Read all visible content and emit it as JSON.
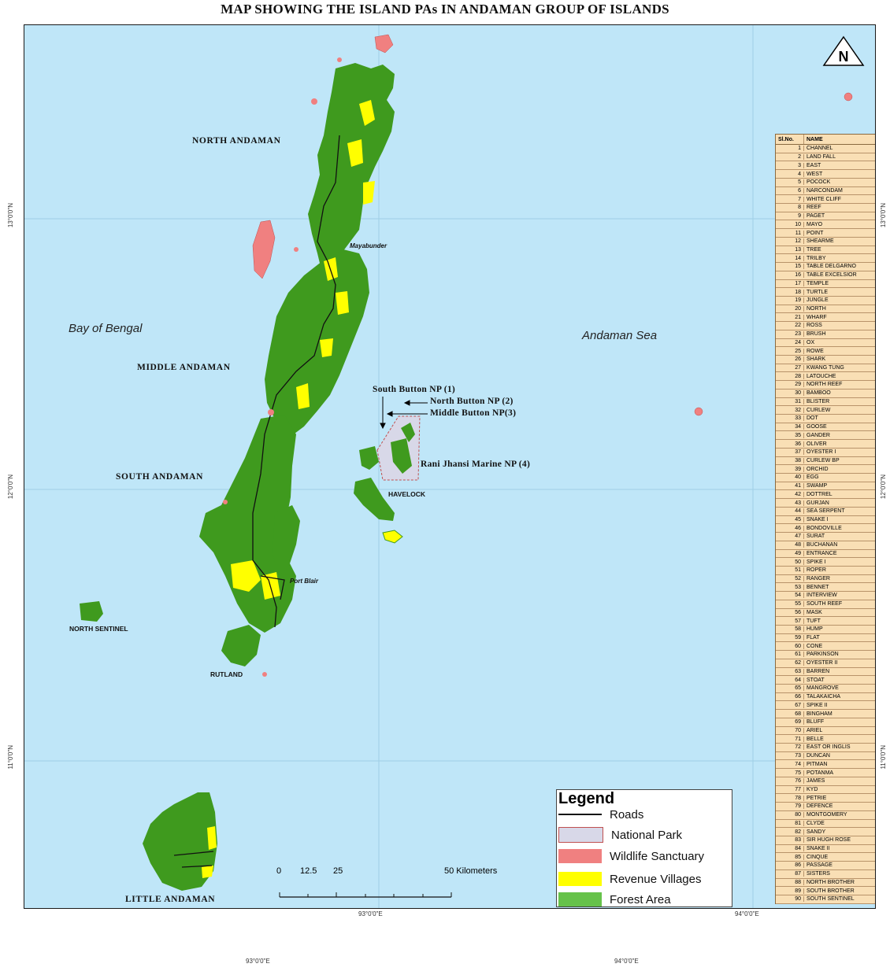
{
  "title": "MAP SHOWING THE ISLAND PAs IN ANDAMAN GROUP OF ISLANDS",
  "colors": {
    "sea": "#bfe6f8",
    "forest": "#3f9a1e",
    "revenue_villages": "#ffff00",
    "wildlife_sanctuary": "#f08080",
    "national_park_fill": "#d8d8e8",
    "legend_forest": "#66c24a",
    "table_bg": "#f9dfb5"
  },
  "labels": {
    "north_andaman": "NORTH ANDAMAN",
    "middle_andaman": "MIDDLE ANDAMAN",
    "south_andaman": "SOUTH ANDAMAN",
    "little_andaman": "LITTLE ANDAMAN",
    "north_sentinel": "NORTH SENTINEL",
    "rutland": "RUTLAND",
    "havelock": "HAVELOCK",
    "mayabunder": "Mayabunder",
    "port_blair": "Port Blair",
    "bay_of_bengal": "Bay of Bengal",
    "andaman_sea": "Andaman Sea",
    "south_button": "South Button NP (1)",
    "north_button": "North Button NP (2)",
    "middle_button": "Middle Button NP(3)",
    "rani_jhansi": "Rani Jhansi Marine NP (4)"
  },
  "coords": {
    "x_93": "93°0'0\"E",
    "x_94": "94°0'0\"E",
    "y_13": "13°0'0\"N",
    "y_12": "12°0'0\"N",
    "y_11": "11°0'0\"N"
  },
  "legend": {
    "title": "Legend",
    "items": [
      "Roads",
      "National Park",
      "Wildlife Sanctuary",
      "Revenue Villages",
      "Forest Area"
    ]
  },
  "scale": {
    "ticks": [
      "0",
      "12.5",
      "25",
      "50 Kilometers"
    ]
  },
  "table": {
    "headers": [
      "Sl.No.",
      "NAME"
    ],
    "rows": [
      [
        "1",
        "CHANNEL"
      ],
      [
        "2",
        "LAND FALL"
      ],
      [
        "3",
        "EAST"
      ],
      [
        "4",
        "WEST"
      ],
      [
        "5",
        "POCOCK"
      ],
      [
        "6",
        "NARCONDAM"
      ],
      [
        "7",
        "WHITE CLIFF"
      ],
      [
        "8",
        "REEF"
      ],
      [
        "9",
        "PAGET"
      ],
      [
        "10",
        "MAYO"
      ],
      [
        "11",
        "POINT"
      ],
      [
        "12",
        "SHEARME"
      ],
      [
        "13",
        "TREE"
      ],
      [
        "14",
        "TRILBY"
      ],
      [
        "15",
        "TABLE DELGARNO"
      ],
      [
        "16",
        "TABLE EXCELSIOR"
      ],
      [
        "17",
        "TEMPLE"
      ],
      [
        "18",
        "TURTLE"
      ],
      [
        "19",
        "JUNGLE"
      ],
      [
        "20",
        "NORTH"
      ],
      [
        "21",
        "WHARF"
      ],
      [
        "22",
        "ROSS"
      ],
      [
        "23",
        "BRUSH"
      ],
      [
        "24",
        "OX"
      ],
      [
        "25",
        "ROWE"
      ],
      [
        "26",
        "SHARK"
      ],
      [
        "27",
        "KWANG TUNG"
      ],
      [
        "28",
        "LATOUCHE"
      ],
      [
        "29",
        "NORTH REEF"
      ],
      [
        "30",
        "BAMBOO"
      ],
      [
        "31",
        "BLISTER"
      ],
      [
        "32",
        "CURLEW"
      ],
      [
        "33",
        "DOT"
      ],
      [
        "34",
        "GOOSE"
      ],
      [
        "35",
        "GANDER"
      ],
      [
        "36",
        "OLIVER"
      ],
      [
        "37",
        "OYESTER I"
      ],
      [
        "38",
        "CURLEW BP"
      ],
      [
        "39",
        "ORCHID"
      ],
      [
        "40",
        "EGG"
      ],
      [
        "41",
        "SWAMP"
      ],
      [
        "42",
        "DOTTREL"
      ],
      [
        "43",
        "GURJAN"
      ],
      [
        "44",
        "SEA SERPENT"
      ],
      [
        "45",
        "SNAKE I"
      ],
      [
        "46",
        "BONDOVILLE"
      ],
      [
        "47",
        "SURAT"
      ],
      [
        "48",
        "BUCHANAN"
      ],
      [
        "49",
        "ENTRANCE"
      ],
      [
        "50",
        "SPIKE I"
      ],
      [
        "51",
        "ROPER"
      ],
      [
        "52",
        "RANGER"
      ],
      [
        "53",
        "BENNET"
      ],
      [
        "54",
        "INTERVIEW"
      ],
      [
        "55",
        "SOUTH REEF"
      ],
      [
        "56",
        "MASK"
      ],
      [
        "57",
        "TUFT"
      ],
      [
        "58",
        "HUMP"
      ],
      [
        "59",
        "FLAT"
      ],
      [
        "60",
        "CONE"
      ],
      [
        "61",
        "PARKINSON"
      ],
      [
        "62",
        "OYESTER II"
      ],
      [
        "63",
        "BARREN"
      ],
      [
        "64",
        "STOAT"
      ],
      [
        "65",
        "MANGROVE"
      ],
      [
        "66",
        "TALAKAICHA"
      ],
      [
        "67",
        "SPIKE II"
      ],
      [
        "68",
        "BINGHAM"
      ],
      [
        "69",
        "BLUFF"
      ],
      [
        "70",
        "ARIEL"
      ],
      [
        "71",
        "BELLE"
      ],
      [
        "72",
        "EAST OR INGLIS"
      ],
      [
        "73",
        "DUNCAN"
      ],
      [
        "74",
        "PITMAN"
      ],
      [
        "75",
        "POTANMA"
      ],
      [
        "76",
        "JAMES"
      ],
      [
        "77",
        "KYD"
      ],
      [
        "78",
        "PETRIE"
      ],
      [
        "79",
        "DEFENCE"
      ],
      [
        "80",
        "MONTGOMERY"
      ],
      [
        "81",
        "CLYDE"
      ],
      [
        "82",
        "SANDY"
      ],
      [
        "83",
        "SIR HUGH ROSE"
      ],
      [
        "84",
        "SNAKE II"
      ],
      [
        "85",
        "CINQUE"
      ],
      [
        "86",
        "PASSAGE"
      ],
      [
        "87",
        "SISTERS"
      ],
      [
        "88",
        "NORTH BROTHER"
      ],
      [
        "89",
        "SOUTH BROTHER"
      ],
      [
        "90",
        "SOUTH SENTINEL"
      ]
    ]
  }
}
